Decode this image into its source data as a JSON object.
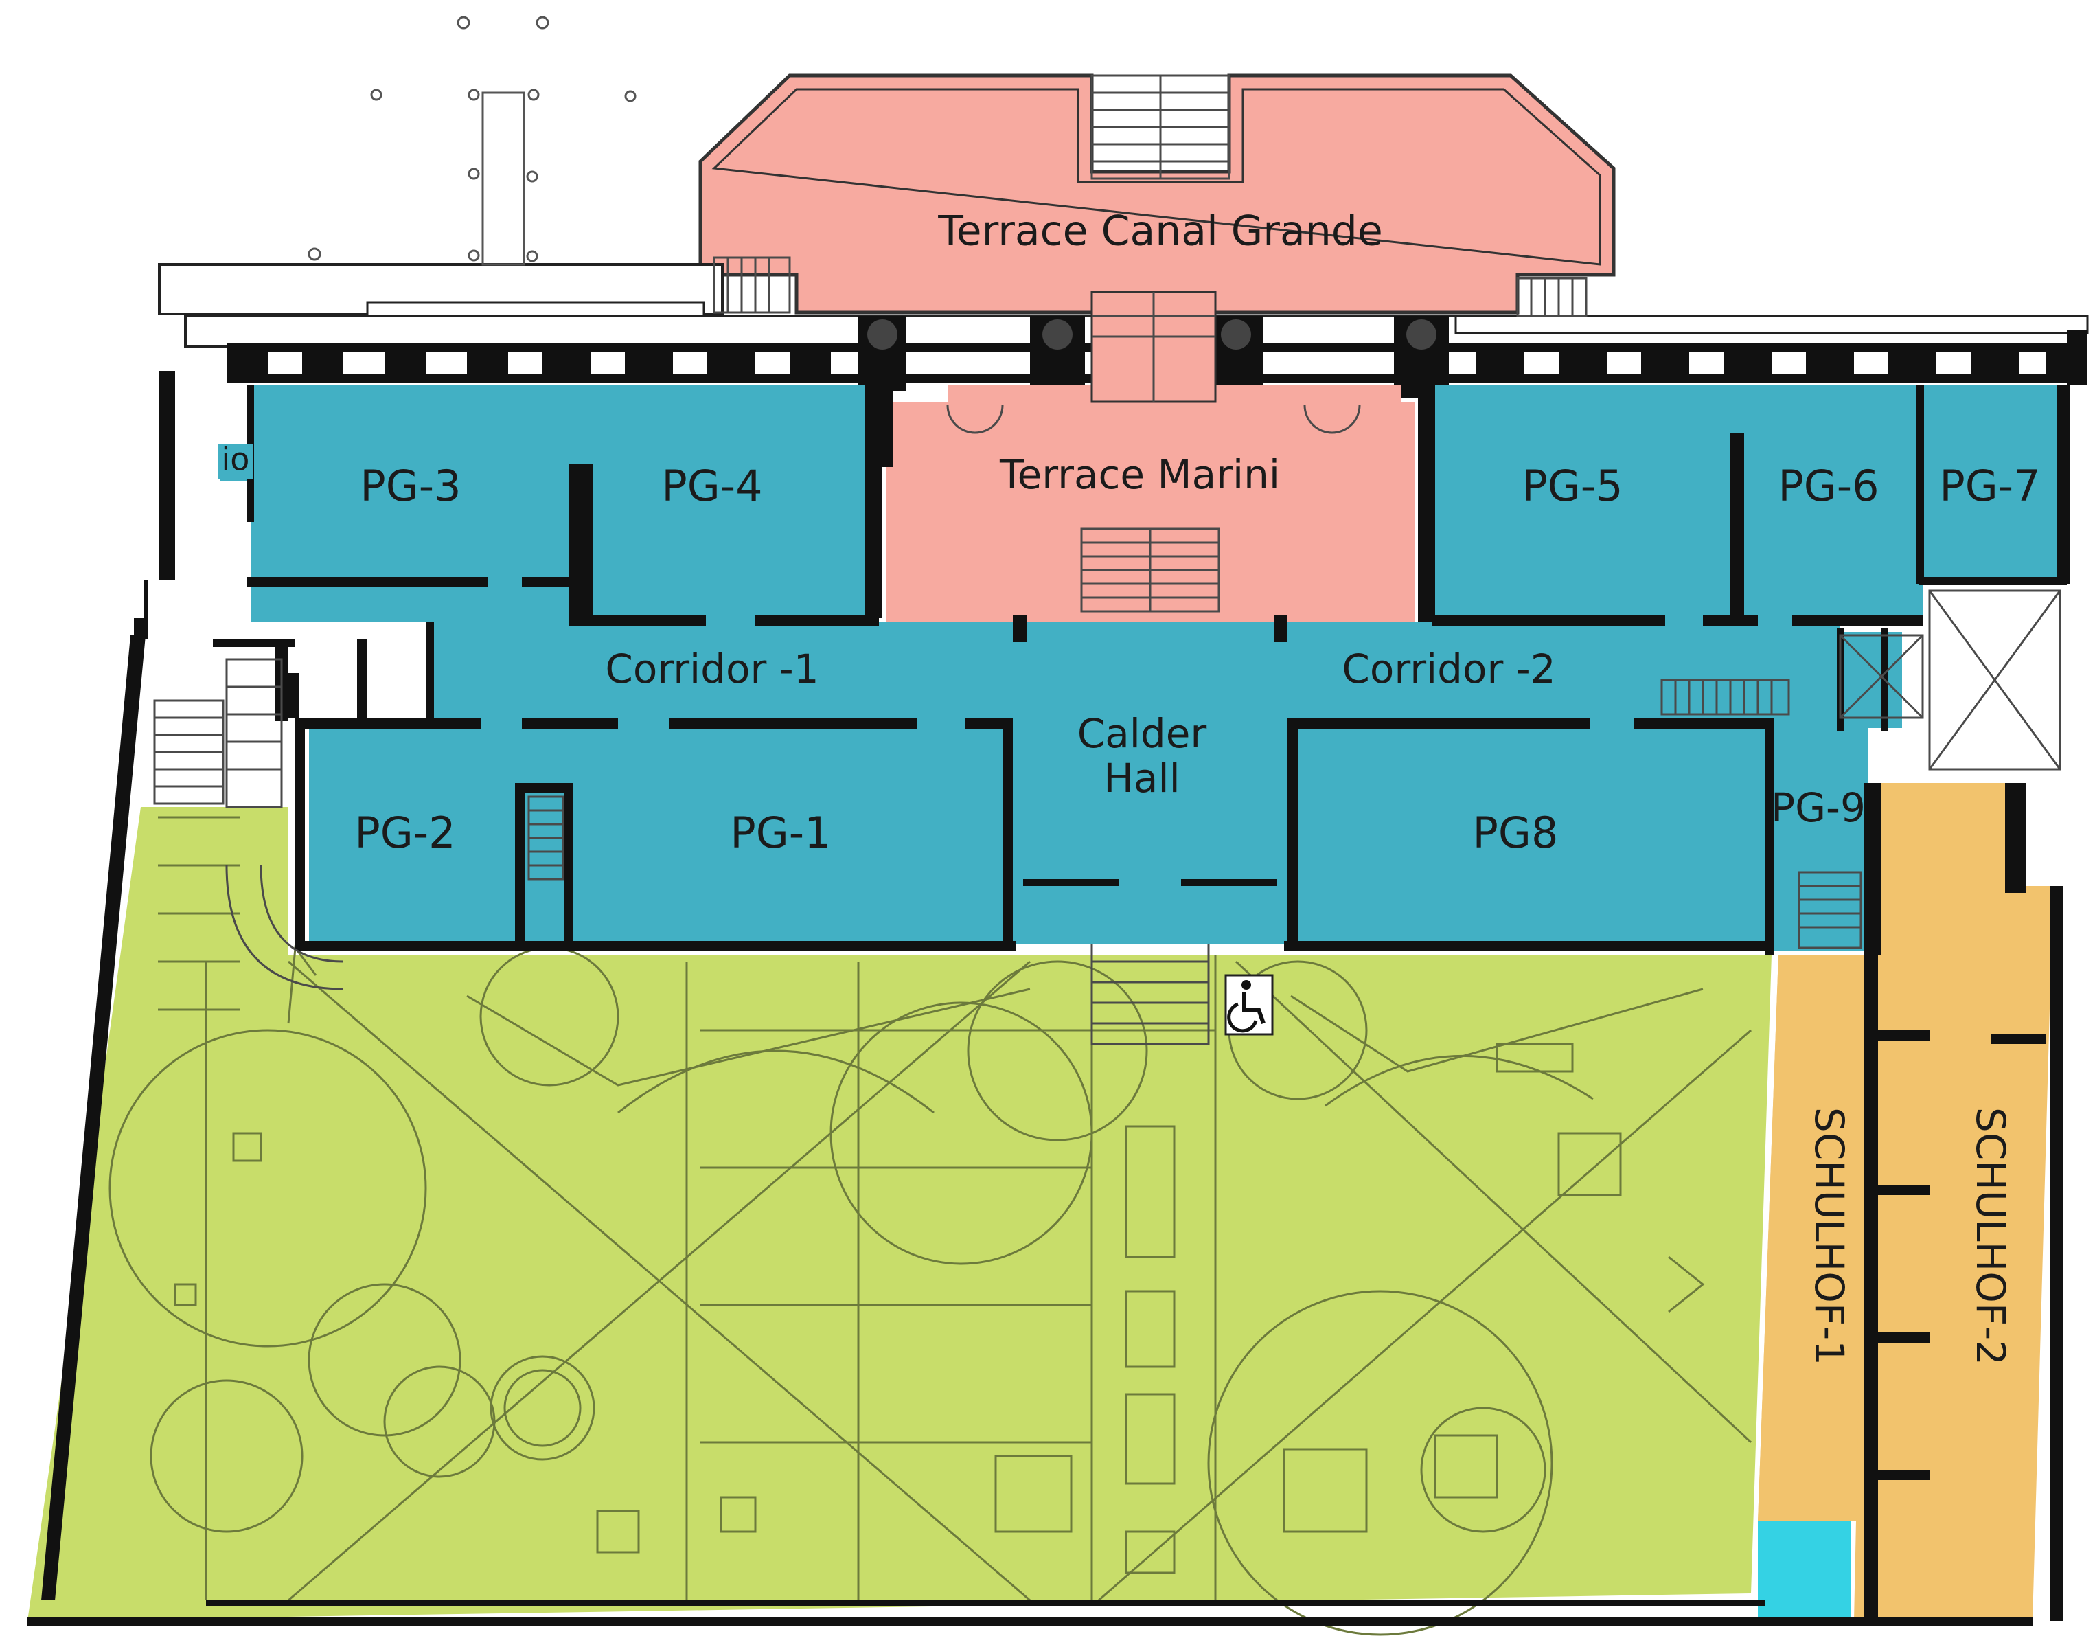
{
  "colors": {
    "gallery": "#42b0c4",
    "terrace": "#f7aaa0",
    "garden": "#c8dd6a",
    "schulhof": "#f2c36d",
    "stair_cyan": "#34d2e4",
    "wall": "#111111",
    "background": "#ffffff"
  },
  "terraces": {
    "canal_grande": "Terrace Canal Grande",
    "marini": "Terrace  Marini"
  },
  "rooms": {
    "io": "io",
    "pg3": "PG-3",
    "pg4": "PG-4",
    "pg5": "PG-5",
    "pg6": "PG-6",
    "pg7": "PG-7",
    "pg2": "PG-2",
    "pg1": "PG-1",
    "pg8": "PG8",
    "pg9": "PG-9"
  },
  "corridors": {
    "corridor1": "Corridor  -1",
    "corridor2": "Corridor  -2"
  },
  "calder_hall": {
    "line1": "Calder",
    "line2": "Hall"
  },
  "schulhof": {
    "one": "SCHULHOF-1",
    "two": "SCHULHOF-2"
  },
  "icons": {
    "accessibility": "wheelchair-icon"
  }
}
